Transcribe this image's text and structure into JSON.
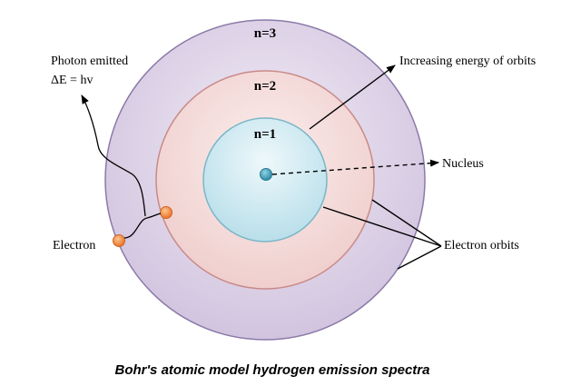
{
  "orbit_labels": {
    "n3": "n=3",
    "n2": "n=2",
    "n1": "n=1"
  },
  "labels": {
    "photon_line1": "Photon emitted",
    "photon_line2": "ΔE = hv",
    "electron": "Electron",
    "increasing_energy": "Increasing energy of orbits",
    "nucleus": "Nucleus",
    "electron_orbits": "Electron orbits"
  },
  "caption": "Bohr's atomic model hydrogen emission spectra",
  "colors": {
    "orbit_n3_fill": "#ddd2e6",
    "orbit_n3_stroke": "#8b7aa8",
    "orbit_n2_fill": "#f2d6d4",
    "orbit_n2_stroke": "#c98a88",
    "orbit_n1_fill": "#c6e6ee",
    "orbit_n1_stroke": "#7ab6c8",
    "nucleus": "#3a9bb5",
    "electron": "#f08a3a"
  }
}
